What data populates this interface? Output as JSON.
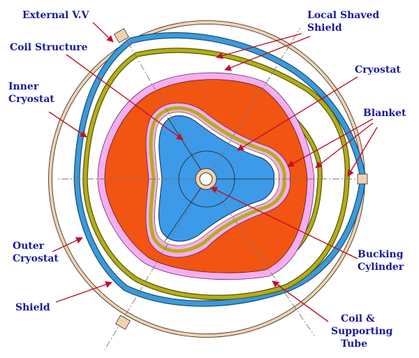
{
  "labels": {
    "external_vv": "External V.V",
    "local_shaved_shield_1": "Local Shaved",
    "local_shaved_shield_2": "Shield",
    "coil_structure": "Coil Structure",
    "inner_cryostat_1": "Inner",
    "inner_cryostat_2": "Cryostat",
    "cryostat": "Cryostat",
    "blanket": "Blanket",
    "outer_cryostat_1": "Outer",
    "outer_cryostat_2": "Cryostat",
    "shield": "Shield",
    "bucking_cylinder_1": "Bucking",
    "bucking_cylinder_2": "Cylinder",
    "coil_tube_1": "Coil &",
    "coil_tube_2": "Supporting",
    "coil_tube_3": "Tube"
  },
  "colors": {
    "label_text": "#1a1a9a",
    "arrow": "#c0102a",
    "vacuum_vessel": "#f2d2ae",
    "shield_blue": "#3c9ad8",
    "coil_olive": "#b2ae1a",
    "blanket_red": "#f25412",
    "cryostat_pink": "#f6aef0",
    "bucking_core_blue": "#3c9ae8"
  }
}
